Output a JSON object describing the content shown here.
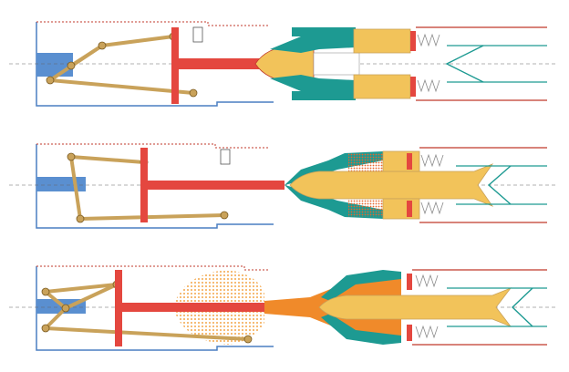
{
  "diagram": {
    "panel_count": 3,
    "panels": [
      {
        "stage": "closed"
      },
      {
        "stage": "opening"
      },
      {
        "stage": "open"
      }
    ]
  },
  "colors": {
    "frame_blue": "#4a7fc2",
    "piston_blue": "#5a8fd0",
    "linkage_tan": "#c9a25a",
    "rod_red": "#e4473f",
    "nozzle_teal": "#1d9a92",
    "gold": "#f2c35a",
    "spray_orange": "#f08a2a",
    "spring_grey": "#8a8a8a",
    "line_dark": "#333333"
  }
}
